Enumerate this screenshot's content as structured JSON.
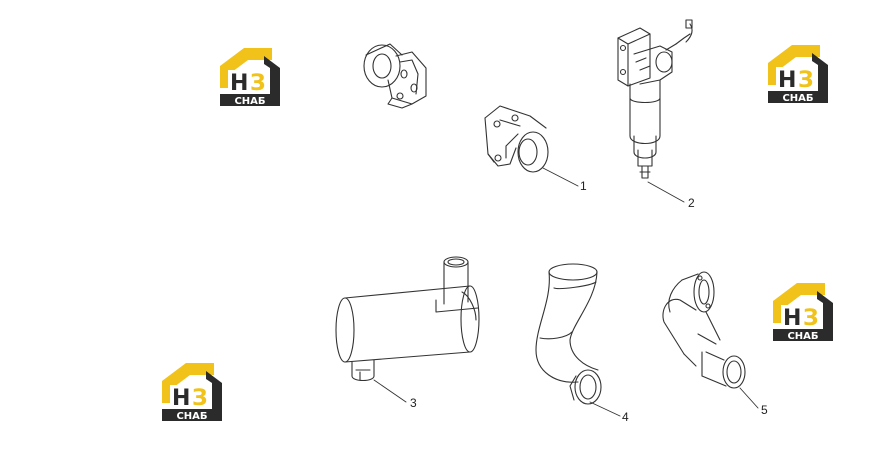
{
  "diagram": {
    "callouts": [
      {
        "id": "1",
        "label": "1"
      },
      {
        "id": "2",
        "label": "2"
      },
      {
        "id": "3",
        "label": "3"
      },
      {
        "id": "4",
        "label": "4"
      },
      {
        "id": "5",
        "label": "5"
      }
    ],
    "parts": [
      {
        "name": "mounting-bracket-upper"
      },
      {
        "name": "mounting-bracket"
      },
      {
        "name": "fuel-filter-water-separator"
      },
      {
        "name": "muffler"
      },
      {
        "name": "curved-pipe"
      },
      {
        "name": "elbow-flange-pipe"
      }
    ]
  },
  "watermark": {
    "letters": "НЗ",
    "word": "СНАБ",
    "colors": {
      "yellow": "#f0c21a",
      "dark": "#2b2b2b",
      "white": "#ffffff"
    }
  },
  "colors": {
    "line": "#333333",
    "background": "#ffffff"
  }
}
